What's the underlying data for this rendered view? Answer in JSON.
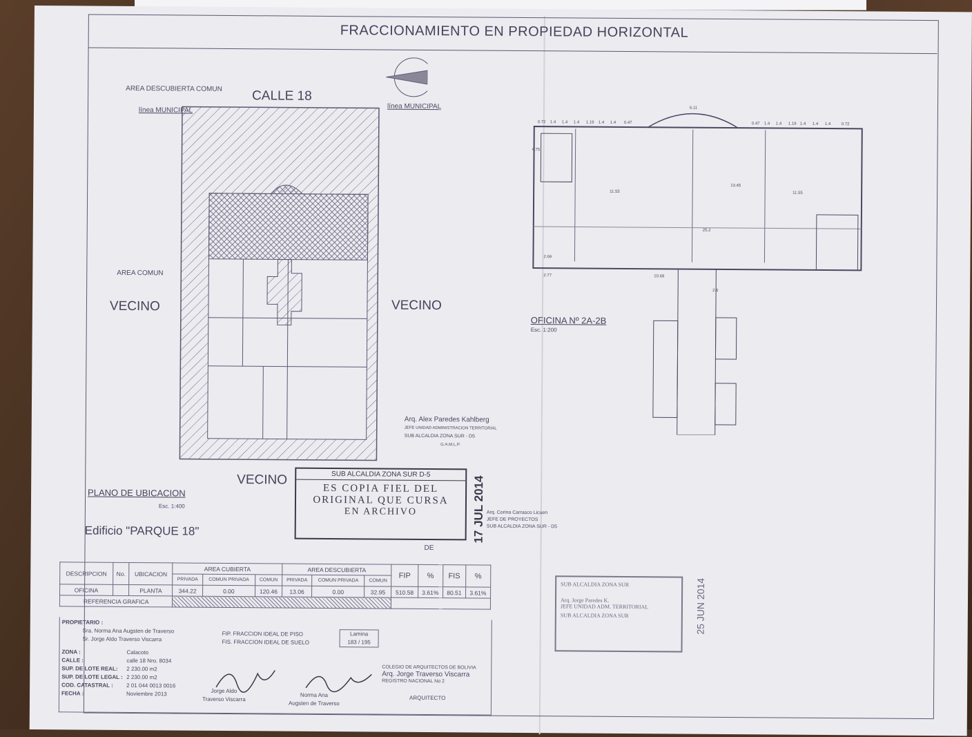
{
  "header": {
    "title": "FRACCIONAMIENTO EN PROPIEDAD HORIZONTAL"
  },
  "site_plan": {
    "area_descubierta": "AREA DESCUBIERTA COMUN",
    "street": "CALLE 18",
    "linea_municipal_left": "línea MUNICIPAL",
    "linea_municipal_right": "línea MUNICIPAL",
    "area_comun": "AREA COMUN",
    "vecino_left": "VECINO",
    "vecino_right": "VECINO",
    "vecino_bottom": "VECINO",
    "plan_title": "PLANO DE UBICACION",
    "scale": "Esc. 1:400",
    "building": "Edificio \"PARQUE 18\""
  },
  "floor_plan": {
    "title": "OFICINA Nº 2A-2B",
    "scale": "Esc. 1:200",
    "dims": [
      "0.72",
      "1.4",
      "1.4",
      "1.4",
      "1.19",
      "1.4",
      "1.4",
      "0.47",
      "6.11",
      "0.47",
      "1.4",
      "1.4",
      "1.19",
      "1.4",
      "1.4",
      "1.4",
      "0.72",
      "11.55",
      "13.45",
      "11.55",
      "25.2",
      "2.69",
      "2.77",
      "10.68",
      "2.6",
      "4.75"
    ]
  },
  "table": {
    "headers": {
      "descripcion": "DESCRIPCION",
      "no": "No.",
      "ubicacion": "UBICACION",
      "area_cubierta": "AREA CUBIERTA",
      "area_descubierta": "AREA DESCUBIERTA",
      "fip": "FIP",
      "pct1": "%",
      "fis": "FIS",
      "pct2": "%"
    },
    "subheaders": {
      "privada": "PRIVADA",
      "comun_privada": "COMUN PRIVADA",
      "comun": "COMUN",
      "privada2": "PRIVADA",
      "comun_privada2": "COMUN PRIVADA",
      "comun2": "COMUN"
    },
    "row": {
      "descripcion": "OFICINA",
      "no": "",
      "ubicacion": "PLANTA",
      "privada": "344.22",
      "comun_privada": "0.00",
      "comun": "120.46",
      "privada2": "13.06",
      "comun_privada2": "0.00",
      "comun2": "32.95",
      "fip": "510.58",
      "pct1": "3.61%",
      "fis": "80.51",
      "pct2": "3.61%"
    },
    "referencia": "REFERENCIA GRAFICA"
  },
  "owner": {
    "propietario_label": "PROPIETARIO :",
    "owner1": "Sra. Norma Ana Augsten de Traverso",
    "owner2": "Sr. Jorge Aldo Traverso Viscarra",
    "zona_label": "ZONA :",
    "zona": "Calacoto",
    "calle_label": "CALLE :",
    "calle": "calle 18 Nro. 8034",
    "sup_real_label": "SUP. DE LOTE REAL:",
    "sup_real": "2 230.00 m2",
    "sup_legal_label": "SUP. DE LOTE LEGAL :",
    "sup_legal": "2 230.00 m2",
    "catastral_label": "COD. CATASTRAL :",
    "catastral": "2 01 044 0013 0016",
    "fecha_label": "FECHA :",
    "fecha": "Noviembre 2013"
  },
  "legend": {
    "fip": "FIP. FRACCION IDEAL DE PISO",
    "fis": "FIS. FRACCION IDEAL DE SUELO",
    "lamina_label": "Lamina",
    "lamina": "183 / 195"
  },
  "signatures": {
    "sig1_name": "Jorge Aldo",
    "sig1_sub": "Traverso Viscarra",
    "sig2_name": "Norma Ana",
    "sig2_sub": "Augsten de Traverso",
    "architect_college": "COLEGIO DE ARQUITECTOS DE BOLIVIA",
    "architect_name": "Arq. Jorge Traverso Viscarra",
    "architect_reg": "REGISTRO NACIONAL No 2",
    "architect_label": "ARQUITECTO",
    "arq1": "Arq. Alex Paredes Kahlberg",
    "arq1_role": "JEFE UNIDAD ADMINISTRACION TERRITORIAL",
    "arq1_sub": "SUB ALCALDIA ZONA SUR - D5",
    "gamlp": "G.A.M.L.P.",
    "arq2": "Arq. Corina Carrasco Licuen",
    "arq2_role": "JEFE DE PROYECTOS",
    "arq2_sub": "SUB ALCALDIA ZONA SUR - D5"
  },
  "stamp": {
    "line1": "SUB ALCALDIA ZONA SUR D-5",
    "line2": "ES COPIA FIEL DEL",
    "line3": "ORIGINAL QUE CURSA",
    "line4": "EN ARCHIVO",
    "de": "DE",
    "date": "17 JUL 2014"
  },
  "stamp2": {
    "line1": "SUB ALCALDIA ZONA SUR",
    "line2": "Arq. Jorge Paredes K.",
    "line3": "JEFE UNIDAD ADM. TERRITORIAL",
    "line4": "SUB ALCALDIA ZONA SUR",
    "date": "25 JUN 2014"
  }
}
